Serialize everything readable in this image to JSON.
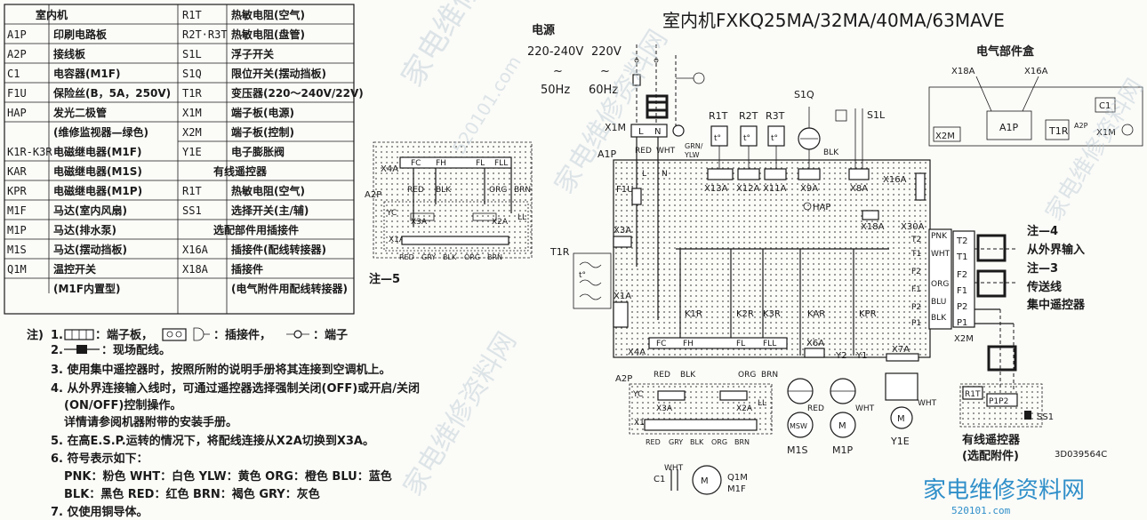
{
  "title": "室内机FXKQ25MA/32MA/40MA/63MAVE",
  "power": {
    "label": "电源",
    "v1": "220-240V",
    "v2": "220V",
    "tilde": "~",
    "f1": "50Hz",
    "f2": "60Hz"
  },
  "legend_table": {
    "col1": [
      [
        "",
        "室内机"
      ],
      [
        "A1P",
        "印刷电路板"
      ],
      [
        "A2P",
        "接线板"
      ],
      [
        "C1",
        "电容器(M1F)"
      ],
      [
        "F1U",
        "保险丝(B，5A，250V)"
      ],
      [
        "HAP",
        "发光二极管"
      ],
      [
        "",
        "(维修监视器—绿色)"
      ],
      [
        "K1R-K3R",
        "电磁继电器(M1F)"
      ],
      [
        "KAR",
        "电磁继电器(M1S)"
      ],
      [
        "KPR",
        "电磁继电器(M1P)"
      ],
      [
        "M1F",
        "马达(室内风扇)"
      ],
      [
        "M1P",
        "马达(排水泵)"
      ],
      [
        "M1S",
        "马达(摆动挡板)"
      ],
      [
        "Q1M",
        "温控开关"
      ],
      [
        "",
        "(M1F内置型)"
      ]
    ],
    "col2": [
      [
        "R1T",
        "热敏电阻(空气)"
      ],
      [
        "R2T·R3T",
        "热敏电阻(盘管)"
      ],
      [
        "S1L",
        "浮子开关"
      ],
      [
        "S1Q",
        "限位开关(摆动挡板)"
      ],
      [
        "T1R",
        "变压器(220～240V/22V)"
      ],
      [
        "X1M",
        "端子板(电源)"
      ],
      [
        "X2M",
        "端子板(控制)"
      ],
      [
        "Y1E",
        "电子膨胀阀"
      ],
      [
        "",
        "有线遥控器"
      ],
      [
        "R1T",
        "热敏电阻(空气)"
      ],
      [
        "SS1",
        "选择开关(主/辅)"
      ],
      [
        "",
        "选配部件用插接件"
      ],
      [
        "X16A",
        "插接件(配线转接器)"
      ],
      [
        "X18A",
        "插接件"
      ],
      [
        "",
        "(电气附件用配线转接器)"
      ]
    ]
  },
  "notes": {
    "head": "注)",
    "n1": {
      "num": "1.",
      "t1": "：端子板，",
      "t2": "：插接件，",
      "t3": "：端子"
    },
    "n2": {
      "num": "2.",
      "t": "：现场配线。"
    },
    "n3": "3. 使用集中遥控器时，按照所附的说明手册将其连接到空调机上。",
    "n4a": "4. 从外界连接输入线时，可通过遥控器选择强制关闭(OFF)或开启/关闭",
    "n4b": "(ON/OFF)控制操作。",
    "n4c": "详情请参阅机器附带的安装手册。",
    "n5": "5. 在高E.S.P.运转的情况下，将配线连接从X2A切换到X3A。",
    "n6": "6. 符号表示如下：",
    "n6a": "PNK：粉色   WHT：白色   YLW：黄色  ORG：橙色   BLU：蓝色",
    "n6b": "BLK：黑色   RED：红色   BRN：褐色  GRY：灰色",
    "n7": "7. 仅使用铜导体。"
  },
  "diagram": {
    "x1m": "X1M",
    "a1p": "A1P",
    "a2p": "A2P",
    "x4a": "X4A",
    "x3a": "X3A",
    "x2a": "X2A",
    "x1a": "X1A",
    "yc": "YC",
    "ll": "LL",
    "l": "L",
    "n": "N",
    "f1u": "F1U",
    "t1r": "T1R",
    "hap": "HAP",
    "x13a": "X13A",
    "x12a": "X12A",
    "x11a": "X11A",
    "x9a": "X9A",
    "x8a": "X8A",
    "x16a": "X16A",
    "x18a": "X18A",
    "x30a": "X30A",
    "x6a": "X6A",
    "x7a": "X7A",
    "x2m": "X2M",
    "r1t": "R1T",
    "r2t": "R2T",
    "r3t": "R3T",
    "s1q": "S1Q",
    "s1l": "S1L",
    "k1r": "K1R",
    "k2r": "K2R",
    "k3r": "K3R",
    "kar": "KAR",
    "kpr": "KPR",
    "fc": "FC",
    "fh": "FH",
    "fl": "FL",
    "fll": "FLL",
    "y2": "Y2",
    "y1": "Y1",
    "msw": "MSW",
    "m1s": "M1S",
    "m1p": "M1P",
    "y1e": "Y1E",
    "m": "M",
    "c1": "C1",
    "q1m": "Q1M",
    "m1f": "M1F",
    "m1": "M",
    "tdeg": "t°",
    "ss1": "SS1",
    "p1p2": "P1P2",
    "p1": "P1",
    "p2": "P2",
    "f1": "F1",
    "f2": "F2",
    "t1": "T1",
    "t2": "T2",
    "grn_ylw": "GRN/",
    "ylw": "YLW",
    "colors": {
      "red": "RED",
      "wht": "WHT",
      "blk": "BLK",
      "orgc": "ORG",
      "brn": "BRN",
      "gry": "GRY",
      "pnk": "PNK",
      "blu": "BLU"
    },
    "note4": "注—4",
    "note4_t": "从外界输入",
    "note3": "注—3",
    "note3_t": "传送线",
    "central": "集中遥控器",
    "note5": "注—5",
    "elec_box": "电气部件盒",
    "remote": "有线遥控器",
    "remote2": "(选配附件)",
    "code": "3D039564C"
  },
  "watermark": {
    "cn": "家电维修资料网",
    "url": "520101.com"
  }
}
